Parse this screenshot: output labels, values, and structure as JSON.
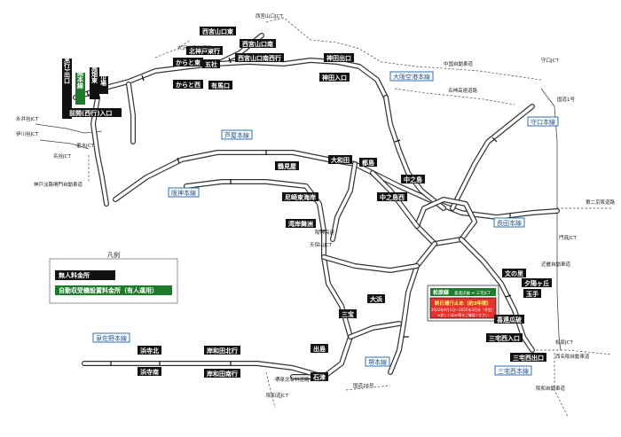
{
  "legend": {
    "title": "凡例",
    "unmanned": "無人料金所",
    "etc": "自動収受機設置料金所（有人運用）"
  },
  "notice": {
    "route": "松原線",
    "segment": "喜連瓜破 ⇔ 三宅JCT",
    "headline": "終日通行止め（約3年間）",
    "period": "2022年4月1日～2025年3月末（予定）",
    "sub": "※詳しくはHP等をご確認ください"
  },
  "colors": {
    "route_black": "#111111",
    "route_green": "#1d7a2a",
    "route_blue": "#2d6fb5",
    "notice_red": "#e3312d"
  },
  "black_labels": [
    "西宮山口東",
    "西宮山口南",
    "西宮山口南西行",
    "北神戸東行",
    "神田出口",
    "神田入口",
    "からと東",
    "からと西",
    "五社",
    "有馬口",
    "前開(東行)出口",
    "布施畑東",
    "市場",
    "前開(西行)入口",
    "大和田",
    "鶴見屋",
    "尼崎東海岸",
    "湾岸舞洲",
    "中之島西",
    "中之島",
    "都島",
    "文の里",
    "夕陽ヶ丘",
    "玉手",
    "喜連瓜破",
    "三宅西入口",
    "三宅西出口",
    "三宝",
    "大浜",
    "出島",
    "石津",
    "浜寺南",
    "浜寺北",
    "岸和田北行",
    "岸和田南行"
  ],
  "green_labels": [
    "前開本線"
  ],
  "blue_labels": [
    "大阪空港本線",
    "守口本線",
    "芦屋本線",
    "長田本線",
    "泉佐野本線",
    "阪神本線",
    "三宅西本線",
    "堺本線"
  ],
  "plain_labels": [
    "西宮山口JCT",
    "大沢北有料道路",
    "中国自動車道",
    "名神高速道路",
    "守口JCT",
    "国道1号",
    "永井谷JCT",
    "伊川谷JCT",
    "垂水JCT",
    "名谷JCT",
    "神戸淡路鳴門自動車道",
    "阪神高速",
    "第二京阪道路",
    "門真JCT",
    "近畿自動車道",
    "天保山JCT",
    "松原JCT",
    "西名阪自動車道",
    "阪和自動車道",
    "堺泉北有料道路",
    "国道26号",
    "阪和道JCT"
  ]
}
